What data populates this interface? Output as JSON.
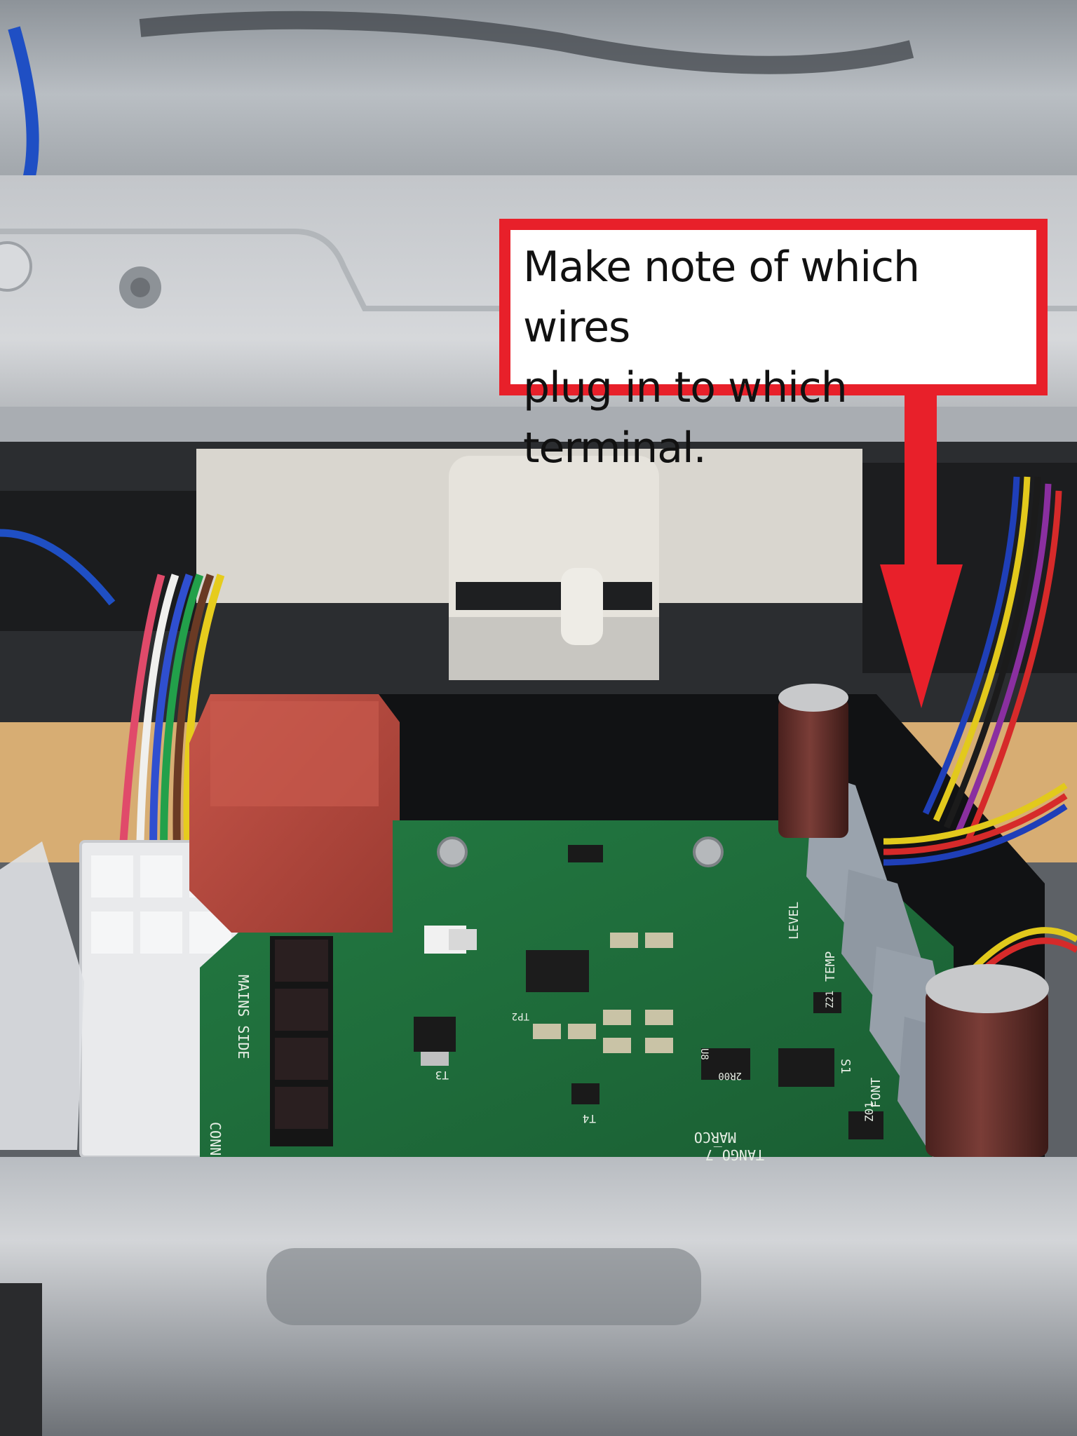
{
  "annotation": {
    "line1": "Make note of which wires",
    "line2": "plug in to which terminal.",
    "box_color": "#e8202a",
    "arrow_color": "#e8202a"
  },
  "board_labels": {
    "mains_side": "MAINS SIDE",
    "conn": "CONN",
    "level": "LEVEL",
    "temp": "TEMP",
    "font": "FONT",
    "s1": "S1",
    "model": "TANGO_7",
    "brand": "MARCO",
    "t3": "T3",
    "t4": "T4",
    "tp2": "TP2",
    "z01": "Z01",
    "z21": "Z21",
    "r2r00": "2R00",
    "u8": "U8"
  },
  "colors": {
    "pcb": "#1f6b3a",
    "transformer": "#b84a3f",
    "metal": "#c9ccd0",
    "capacitor": "#5a2a26"
  }
}
